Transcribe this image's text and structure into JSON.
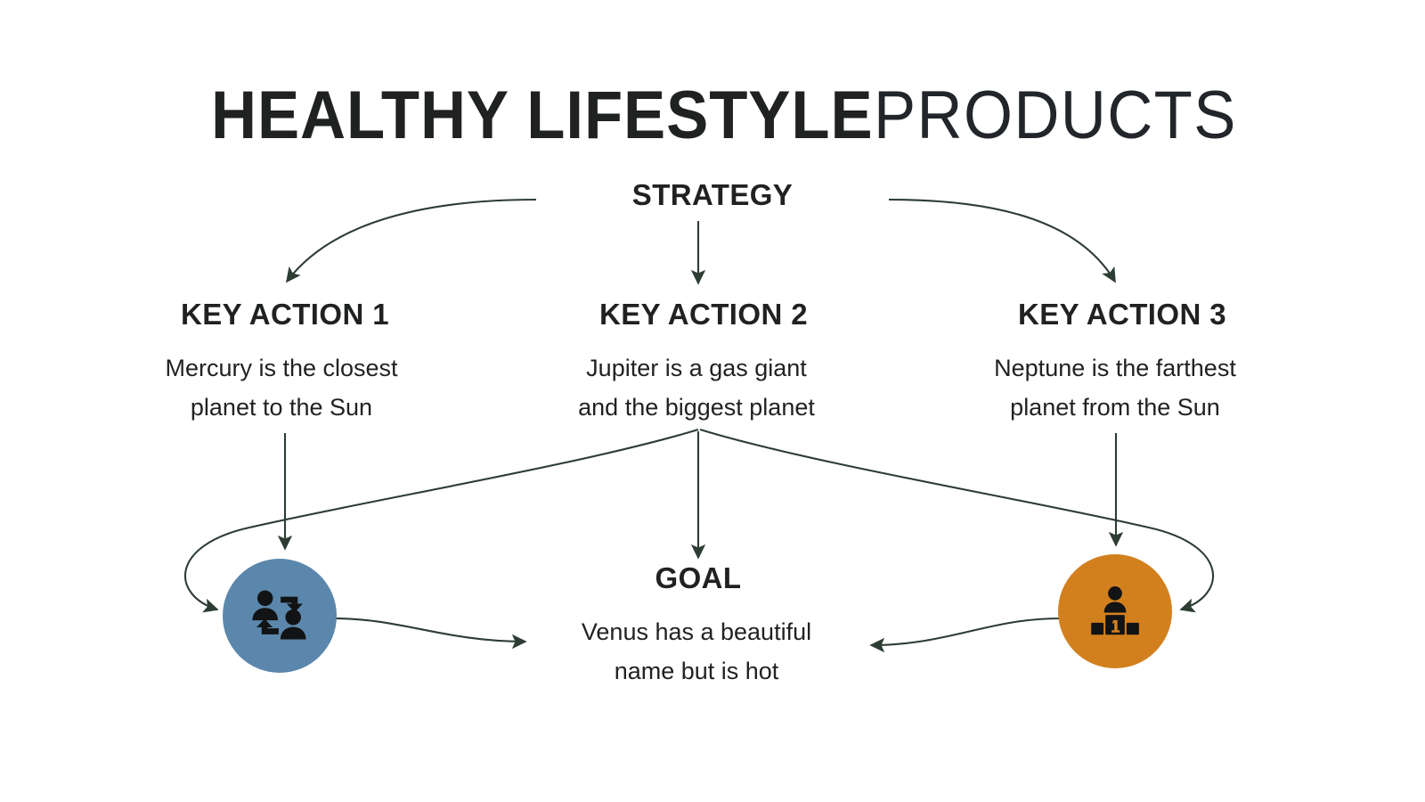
{
  "page": {
    "background_color": "#ffffff",
    "text_color": "#1f2220"
  },
  "title": {
    "strong": "HEALTHY LIFESTYLE",
    "light": "PRODUCTS"
  },
  "diagram": {
    "type": "flow-diagram",
    "arrow_color": "#2d3d33",
    "nodes": {
      "strategy": {
        "label": "STRATEGY"
      },
      "key_action_1": {
        "heading": "KEY ACTION 1",
        "body_line_1": "Mercury is the closest",
        "body_line_2": "planet to the Sun"
      },
      "key_action_2": {
        "heading": "KEY ACTION 2",
        "body_line_1": "Jupiter is a gas giant",
        "body_line_2": "and the biggest planet"
      },
      "key_action_3": {
        "heading": "KEY ACTION 3",
        "body_line_1": "Neptune is the farthest",
        "body_line_2": "planet from the Sun"
      },
      "goal": {
        "heading": "GOAL",
        "body_line_1": "Venus has a beautiful",
        "body_line_2": "name but is hot"
      }
    },
    "icons": [
      {
        "id": "collaboration",
        "icon_name": "users-exchange-icon",
        "circle_color": "#5b87ac",
        "glyph_color": "#111314"
      },
      {
        "id": "winner",
        "icon_name": "podium-winner-icon",
        "circle_color": "#d2801e",
        "glyph_color": "#111314"
      }
    ],
    "connections": [
      {
        "from": "strategy",
        "to": "key_action_1",
        "style": "curved"
      },
      {
        "from": "strategy",
        "to": "key_action_2",
        "style": "straight"
      },
      {
        "from": "strategy",
        "to": "key_action_3",
        "style": "curved"
      },
      {
        "from": "key_action_1",
        "to": "collaboration",
        "style": "straight"
      },
      {
        "from": "key_action_2",
        "to": "collaboration",
        "style": "curved"
      },
      {
        "from": "key_action_2",
        "to": "goal",
        "style": "straight"
      },
      {
        "from": "key_action_2",
        "to": "winner",
        "style": "curved"
      },
      {
        "from": "key_action_3",
        "to": "winner",
        "style": "straight"
      },
      {
        "from": "collaboration",
        "to": "goal",
        "style": "curved"
      },
      {
        "from": "winner",
        "to": "goal",
        "style": "curved"
      }
    ]
  }
}
